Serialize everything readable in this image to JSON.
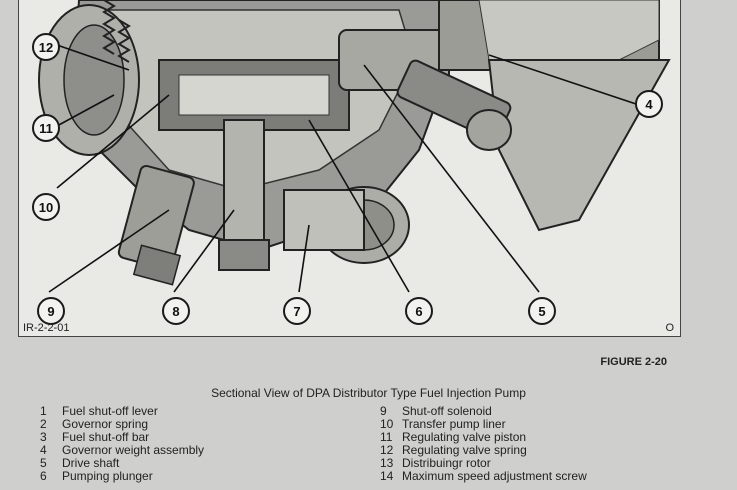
{
  "figure": {
    "code": "IR-2-2-01",
    "corner_mark": "O",
    "callouts": [
      "12",
      "11",
      "10",
      "9",
      "8",
      "7",
      "6",
      "5",
      "4"
    ]
  },
  "figure_number": "FIGURE 2-20",
  "caption": "Sectional View of DPA Distributor Type Fuel Injection Pump",
  "legend_left": [
    {
      "num": "1",
      "text": "Fuel shut-off lever"
    },
    {
      "num": "2",
      "text": "Governor spring"
    },
    {
      "num": "3",
      "text": "Fuel shut-off bar"
    },
    {
      "num": "4",
      "text": "Governor weight assembly"
    },
    {
      "num": "5",
      "text": "Drive shaft"
    },
    {
      "num": "6",
      "text": "Pumping plunger"
    }
  ],
  "legend_right": [
    {
      "num": "9",
      "text": "Shut-off solenoid"
    },
    {
      "num": "10",
      "text": "Transfer pump liner"
    },
    {
      "num": "11",
      "text": "Regulating valve piston"
    },
    {
      "num": "12",
      "text": "Regulating valve spring"
    },
    {
      "num": "13",
      "text": "Distribuingr rotor"
    },
    {
      "num": "14",
      "text": "Maximum speed adjustment screw"
    }
  ]
}
